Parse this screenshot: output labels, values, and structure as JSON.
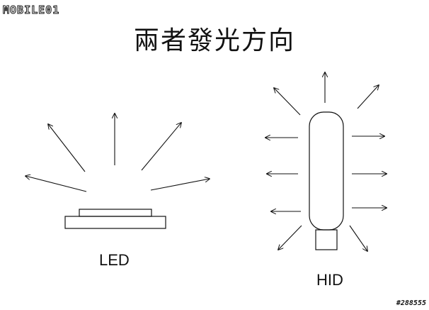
{
  "logo": {
    "text": "MOBILE01"
  },
  "title": "兩者發光方向",
  "led": {
    "label": "LED"
  },
  "hid": {
    "label": "HID"
  },
  "reference": "#288555",
  "colors": {
    "stroke": "#111111",
    "background": "#ffffff"
  }
}
